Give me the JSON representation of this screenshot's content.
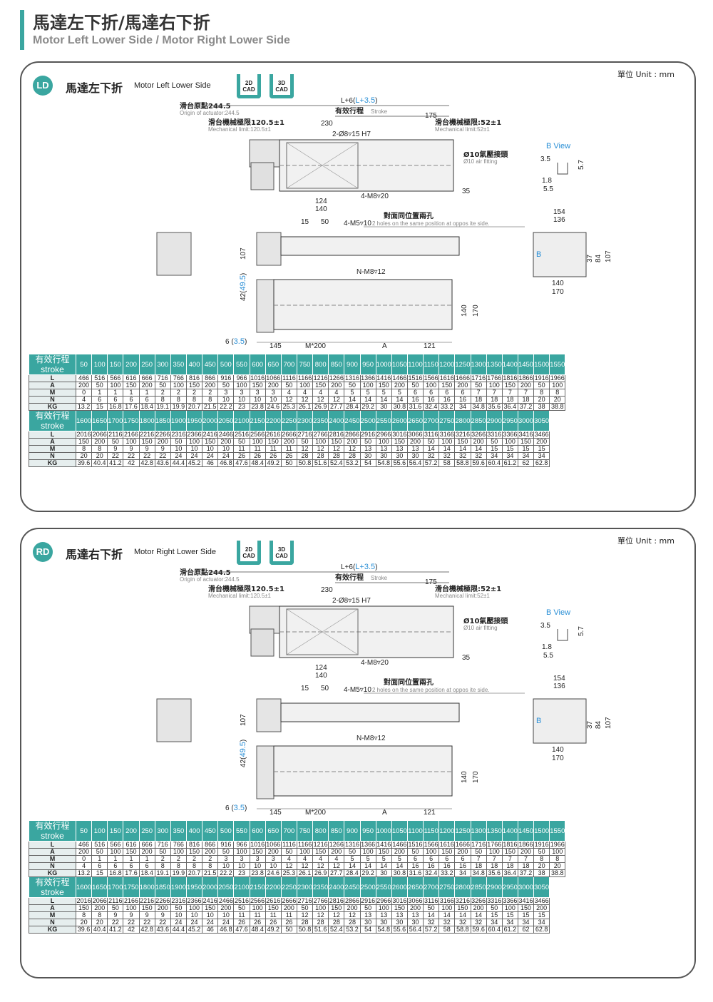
{
  "header": {
    "title": "馬達左下折/馬達右下折",
    "subtitle": "Motor Left Lower Side / Motor Right Lower Side"
  },
  "colors": {
    "accent": "#3aa6a0",
    "highlight": "#2a8fd6"
  },
  "icons": [
    "cad-2d-icon",
    "cad-3d-icon"
  ],
  "panels": [
    {
      "badge": "LD",
      "title": "馬達左下折",
      "subtitle": "Motor Left Lower Side",
      "unit": "單位 Unit : mm",
      "cad2d": "2D",
      "cad3d": "3D",
      "cad": "CAD"
    },
    {
      "badge": "RD",
      "title": "馬達右下折",
      "subtitle": "Motor Right Lower Side",
      "unit": "單位 Unit : mm",
      "cad2d": "2D",
      "cad3d": "3D",
      "cad": "CAD"
    }
  ],
  "drawing": {
    "origin_zh": "滑台原點244.5",
    "origin_en": "Origin of actuator:244.5",
    "length_formula": "L+6(",
    "length_extra": "L+3.5",
    "stroke_zh": "有效行程",
    "stroke_en": "Stroke",
    "mech_left_zh": "滑台機械極限120.5±1",
    "mech_left_en": "Mechanical limit:120.5±1",
    "mech_right_zh": "滑台機械極限:52±1",
    "mech_right_en": "Mechanical limit:52±1",
    "d230": "230",
    "d175": "175",
    "pin": "2-Ø8▿15 H7",
    "air_zh": "Ø10氣壓接頭",
    "air_en": "Ø10 air fitting",
    "d35": "35",
    "d124": "124",
    "d140": "140",
    "m8top": "4-M8▿20",
    "d15": "15",
    "d50": "50",
    "m5": "4-M5▿10",
    "opp_zh": "對面同位置兩孔",
    "opp_en": "2 holes on the same position at oppos ite side.",
    "d107": "107",
    "d42": "42(",
    "d42b": "49.5",
    "nm8": "N-M8▿12",
    "d6": "6 (",
    "d6b": "3.5",
    "d145": "145",
    "m200": "M*200",
    "dA": "A",
    "d121": "121",
    "side_140": "140",
    "side_170": "170",
    "bview": "B View",
    "b35": "3.5",
    "b57": "5.7",
    "b18": "1.8",
    "b55": "5.5",
    "s154": "154",
    "s136": "136",
    "s37": "37",
    "s84": "84",
    "s107": "107",
    "s140": "140",
    "s170": "170",
    "sB": "B"
  },
  "table": {
    "header_zh": "有效行程",
    "header_en": "stroke",
    "row_labels": [
      "L",
      "A",
      "M",
      "N",
      "KG"
    ],
    "blocks": [
      {
        "strokes": [
          "50",
          "100",
          "150",
          "200",
          "250",
          "300",
          "350",
          "400",
          "450",
          "500",
          "550",
          "600",
          "650",
          "700",
          "750",
          "800",
          "850",
          "900",
          "950",
          "1000",
          "1050",
          "1100",
          "1150",
          "1200",
          "1250",
          "1300",
          "1350",
          "1400",
          "1450",
          "1500",
          "1550"
        ],
        "L": [
          "466",
          "516",
          "566",
          "616",
          "666",
          "716",
          "766",
          "816",
          "866",
          "916",
          "966",
          "1016",
          "1066",
          "1116",
          "1166",
          "1216",
          "1266",
          "1316",
          "1366",
          "1416",
          "1466",
          "1516",
          "1566",
          "1616",
          "1666",
          "1716",
          "1766",
          "1816",
          "1866",
          "1916",
          "1966"
        ],
        "A": [
          "200",
          "50",
          "100",
          "150",
          "200",
          "50",
          "100",
          "150",
          "200",
          "50",
          "100",
          "150",
          "200",
          "50",
          "100",
          "150",
          "200",
          "50",
          "100",
          "150",
          "200",
          "50",
          "100",
          "150",
          "200",
          "50",
          "100",
          "150",
          "200",
          "50",
          "100"
        ],
        "M": [
          "0",
          "1",
          "1",
          "1",
          "1",
          "2",
          "2",
          "2",
          "2",
          "3",
          "3",
          "3",
          "3",
          "4",
          "4",
          "4",
          "4",
          "5",
          "5",
          "5",
          "5",
          "6",
          "6",
          "6",
          "6",
          "7",
          "7",
          "7",
          "7",
          "8",
          "8"
        ],
        "N": [
          "4",
          "6",
          "6",
          "6",
          "6",
          "8",
          "8",
          "8",
          "8",
          "10",
          "10",
          "10",
          "10",
          "12",
          "12",
          "12",
          "12",
          "14",
          "14",
          "14",
          "14",
          "16",
          "16",
          "16",
          "16",
          "18",
          "18",
          "18",
          "18",
          "20",
          "20"
        ],
        "KG": [
          "13.2",
          "15",
          "16.8",
          "17.6",
          "18.4",
          "19.1",
          "19.9",
          "20.7",
          "21.5",
          "22.2",
          "23",
          "23.8",
          "24.6",
          "25.3",
          "26.1",
          "26.9",
          "27.7",
          "28.4",
          "29.2",
          "30",
          "30.8",
          "31.6",
          "32.4",
          "33.2",
          "34",
          "34.8",
          "35.6",
          "36.4",
          "37.2",
          "38",
          "38.8"
        ]
      },
      {
        "strokes": [
          "1600",
          "1650",
          "1700",
          "1750",
          "1800",
          "1850",
          "1900",
          "1950",
          "2000",
          "2050",
          "2100",
          "2150",
          "2200",
          "2250",
          "2300",
          "2350",
          "2400",
          "2450",
          "2500",
          "2550",
          "2600",
          "2650",
          "2700",
          "2750",
          "2800",
          "2850",
          "2900",
          "2950",
          "3000",
          "3050"
        ],
        "L": [
          "2016",
          "2066",
          "2116",
          "2166",
          "2216",
          "2266",
          "2316",
          "2366",
          "2416",
          "2466",
          "2516",
          "2566",
          "2616",
          "2666",
          "2716",
          "2766",
          "2816",
          "2866",
          "2916",
          "2966",
          "3016",
          "3066",
          "3116",
          "3166",
          "3216",
          "3266",
          "3316",
          "3366",
          "3416",
          "3466"
        ],
        "A": [
          "150",
          "200",
          "50",
          "100",
          "150",
          "200",
          "50",
          "100",
          "150",
          "200",
          "50",
          "100",
          "150",
          "200",
          "50",
          "100",
          "150",
          "200",
          "50",
          "100",
          "150",
          "200",
          "50",
          "100",
          "150",
          "200",
          "50",
          "100",
          "150",
          "200"
        ],
        "M": [
          "8",
          "8",
          "9",
          "9",
          "9",
          "9",
          "10",
          "10",
          "10",
          "10",
          "11",
          "11",
          "11",
          "11",
          "12",
          "12",
          "12",
          "12",
          "13",
          "13",
          "13",
          "13",
          "14",
          "14",
          "14",
          "14",
          "15",
          "15",
          "15",
          "15"
        ],
        "N": [
          "20",
          "20",
          "22",
          "22",
          "22",
          "22",
          "24",
          "24",
          "24",
          "24",
          "26",
          "26",
          "26",
          "26",
          "28",
          "28",
          "28",
          "28",
          "30",
          "30",
          "30",
          "30",
          "32",
          "32",
          "32",
          "32",
          "34",
          "34",
          "34",
          "34"
        ],
        "KG": [
          "39.6",
          "40.4",
          "41.2",
          "42",
          "42.8",
          "43.6",
          "44.4",
          "45.2",
          "46",
          "46.8",
          "47.6",
          "48.4",
          "49.2",
          "50",
          "50.8",
          "51.6",
          "52.4",
          "53.2",
          "54",
          "54.8",
          "55.6",
          "56.4",
          "57.2",
          "58",
          "58.8",
          "59.6",
          "60.4",
          "61.2",
          "62",
          "62.8"
        ]
      }
    ]
  }
}
